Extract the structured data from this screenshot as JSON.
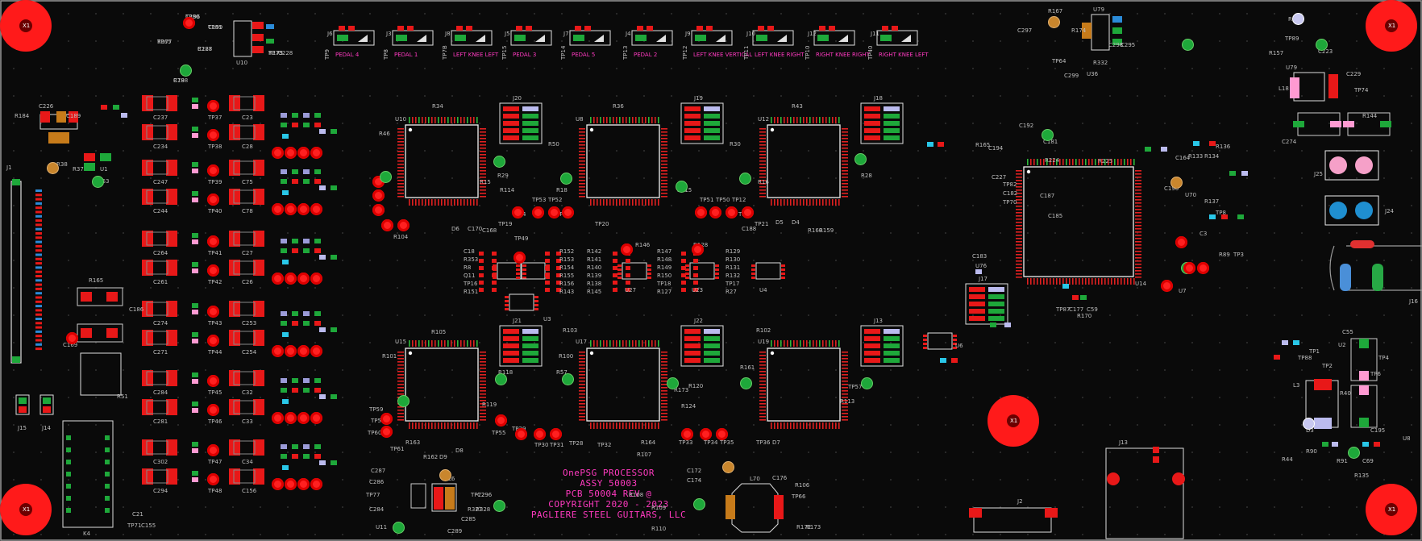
{
  "silkscreen": {
    "line1": "OnePSG PROCESSOR",
    "line2": "ASSY 50003",
    "line3": "PCB 50004 REV @",
    "line4": "COPYRIGHT 2020 - 2023",
    "line5": "PAGLIERE STEEL GUITARS, LLC"
  },
  "mounting_hole_label": "X1",
  "pedal_connectors": [
    {
      "ref": "J6",
      "tp": "TP9",
      "label": "PEDAL 4"
    },
    {
      "ref": "J3",
      "tp": "TP8",
      "label": "PEDAL 1"
    },
    {
      "ref": "J8",
      "tp": "TP7B",
      "label": "LEFT KNEE LEFT"
    },
    {
      "ref": "J5",
      "tp": "TP15",
      "label": "PEDAL 3"
    },
    {
      "ref": "J7",
      "tp": "TP14",
      "label": "PEDAL 5"
    },
    {
      "ref": "J4",
      "tp": "TP13",
      "label": "PEDAL 2"
    },
    {
      "ref": "J9",
      "tp": "TP12",
      "label": "LEFT KNEE VERTICAL"
    },
    {
      "ref": "J10",
      "tp": "TP11",
      "label": "LEFT KNEE RIGHT"
    },
    {
      "ref": "J12",
      "tp": "TP10",
      "label": "RIGHT KNEE RIGHT"
    },
    {
      "ref": "J11",
      "tp": "TP40",
      "label": "RIGHT KNEE LEFT"
    }
  ],
  "ic_labels": {
    "top": [
      "U10",
      "U8",
      "U12"
    ],
    "bottom": [
      "U15",
      "U17",
      "U19"
    ],
    "main": "U14",
    "small": [
      "U27",
      "U23",
      "U4",
      "U3",
      "U6",
      "U1",
      "U10",
      "U79"
    ]
  },
  "header_labels": [
    "J20",
    "J19",
    "J18",
    "J21",
    "J22",
    "J13",
    "J17"
  ],
  "connector_labels": {
    "left": "J1",
    "j2": "J2",
    "j13": "J13",
    "j14": "J14",
    "j15": "J15",
    "j16": "J16",
    "j24": "J24",
    "j25": "J25",
    "k4": "K4",
    "r51": "R51",
    "l18": "L18",
    "l3": "L3",
    "l70": "L70",
    "l6": "L6"
  },
  "left_bank": {
    "cap_left": [
      "C237",
      "C234",
      "C247",
      "C244",
      "C264",
      "C261",
      "C274",
      "C271",
      "C284",
      "C281",
      "C302",
      "C294"
    ],
    "cap_right": [
      "C23",
      "C28",
      "C75",
      "C78",
      "C27",
      "C26",
      "C253",
      "C254",
      "C32",
      "C33",
      "C34",
      "C156"
    ],
    "tp_col1": [
      "TP37",
      "TP38",
      "TP39",
      "TP40",
      "TP41",
      "TP42",
      "TP43",
      "TP44",
      "TP45",
      "TP46",
      "TP47",
      "TP48"
    ]
  },
  "misc_labels": [
    "TP80",
    "R177",
    "C227",
    "R78",
    "TP81",
    "R175",
    "C228",
    "C226",
    "R184",
    "C189",
    "R38",
    "R37",
    "U1",
    "TP63",
    "R165",
    "C186",
    "C169",
    "TP71",
    "C155",
    "C21",
    "TP49",
    "C18",
    "R353",
    "R8",
    "Q11",
    "TP16",
    "R151",
    "R152",
    "R153",
    "R154",
    "R155",
    "R156",
    "R143",
    "R142",
    "R141",
    "R140",
    "R139",
    "R138",
    "R145",
    "R146",
    "R147",
    "R148",
    "R149",
    "R150",
    "TP18",
    "R127",
    "R128",
    "R129",
    "R130",
    "R131",
    "R132",
    "TP17",
    "R27",
    "R34",
    "R36",
    "R43",
    "R46",
    "R50",
    "R30",
    "R29",
    "R28",
    "R114",
    "R18",
    "R15",
    "R115",
    "R16",
    "TP34",
    "TP53",
    "TP52",
    "TP51",
    "TP50",
    "TP12",
    "TP23",
    "TP24",
    "TP19",
    "TP20",
    "TP21",
    "D5",
    "D4",
    "D6",
    "C170",
    "C168",
    "C188",
    "R160",
    "R159",
    "R104",
    "R105",
    "R103",
    "R102",
    "R101",
    "R100",
    "R161",
    "R113",
    "R118",
    "R119",
    "R57",
    "R120",
    "R173",
    "R124",
    "TP57",
    "TP59",
    "TP58",
    "TP60",
    "TP61",
    "TP55",
    "TP29",
    "TP30",
    "TP28",
    "TP31",
    "TP32",
    "TP33",
    "TP34",
    "TP35",
    "TP36",
    "D7",
    "D8",
    "D9",
    "R162",
    "R163",
    "R164",
    "R107",
    "R108",
    "R109",
    "R110",
    "C172",
    "C174",
    "C176",
    "R106",
    "TP66",
    "R172",
    "R173",
    "C287",
    "C286",
    "TP77",
    "C284",
    "U11",
    "C289",
    "C285",
    "R327",
    "R328",
    "TP72",
    "C296",
    "C297",
    "R167",
    "R174",
    "TP64",
    "C299",
    "U36",
    "R332",
    "C298",
    "C295",
    "R169",
    "TP89",
    "R157",
    "U79",
    "C223",
    "C229",
    "TP74",
    "R144",
    "C274",
    "C227",
    "TP82",
    "C182",
    "TP70",
    "R165",
    "C183",
    "U76",
    "C181",
    "R224",
    "R225",
    "C185",
    "C187",
    "C190",
    "U70",
    "C164",
    "R133",
    "R134",
    "R136",
    "R137",
    "TP8",
    "C3",
    "U7",
    "R89",
    "TP3",
    "C59",
    "R170",
    "C177",
    "TP87",
    "C55",
    "U2",
    "TP1",
    "TP88",
    "TP2",
    "TP4",
    "TP6",
    "D3",
    "R90",
    "R91",
    "C69",
    "R135",
    "R44",
    "R40",
    "C195",
    "U8",
    "C194",
    "C192",
    "C196",
    "TP65",
    "R188",
    "C198",
    "C199",
    "TP73"
  ],
  "colors": {
    "pad_red": "#e81818",
    "pad_green": "#1ea83a",
    "silk_pink": "#ff3ac0",
    "hole_red": "#ff1a1a",
    "ic_outline": "#f0f0f0",
    "pin_red": "#e02020",
    "pin_green": "#2dbb3a"
  }
}
